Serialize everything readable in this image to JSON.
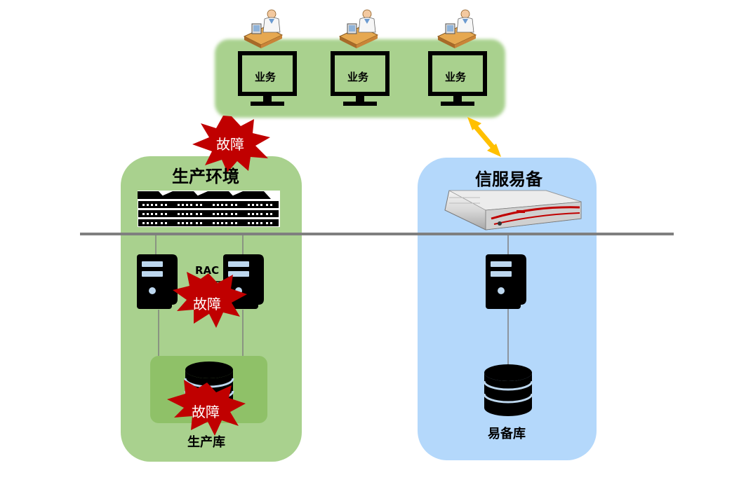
{
  "business_terminals": [
    {
      "label": "业务"
    },
    {
      "label": "业务"
    },
    {
      "label": "业务"
    }
  ],
  "production": {
    "title": "生产环境",
    "cluster_label": "RAC",
    "db_label": "生产库"
  },
  "backup": {
    "title": "信服易备",
    "db_label": "易备库"
  },
  "faults": [
    {
      "label": "故障"
    },
    {
      "label": "故障"
    },
    {
      "label": "故障"
    }
  ],
  "colors": {
    "business_group": "#a9d18e",
    "production_panel": "#a9d18e",
    "production_db_box": "#8fc168",
    "backup_panel": "#b4d8fb",
    "fault_star": "#c00000",
    "sync_arrow": "#ffc000",
    "network_line": "#7f7f7f",
    "device_fill": "#000000",
    "device_accent": "#bdd7ee"
  },
  "icons": {
    "business_user": "user-at-desk-icon",
    "business_monitor": "monitor-icon",
    "storage_array": "storage-array-icon",
    "server": "tower-server-icon",
    "database": "database-icon",
    "backup_appliance": "rack-appliance-icon",
    "fault": "burst-star-icon",
    "sync": "double-arrow-icon"
  }
}
